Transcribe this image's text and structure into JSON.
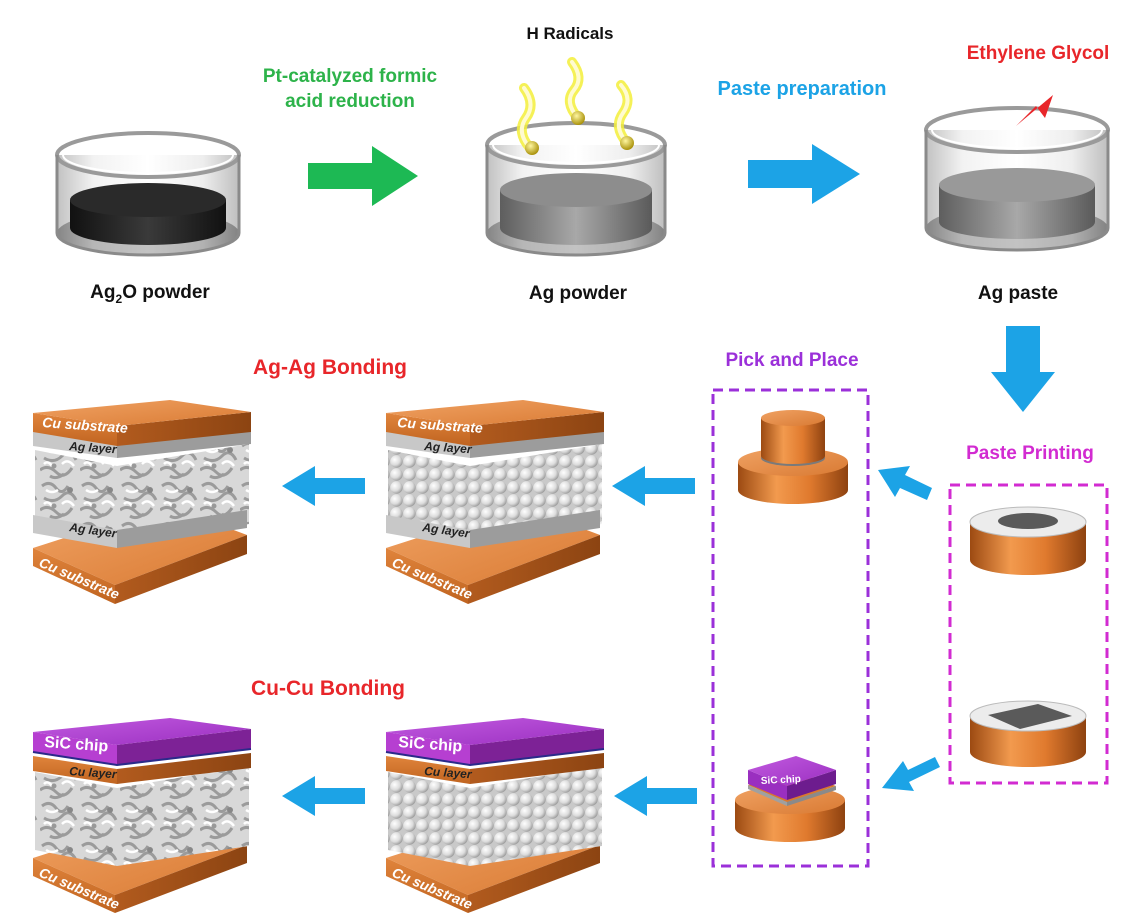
{
  "labels": {
    "h_radicals": "H Radicals",
    "pt_reduction_line1": "Pt-catalyzed formic",
    "pt_reduction_line2": "acid reduction",
    "paste_preparation": "Paste preparation",
    "ethylene_glycol": "Ethylene Glycol",
    "ag2o_base": "Ag",
    "ag2o_sub": "2",
    "ag2o_rest": "O powder",
    "ag_powder": "Ag powder",
    "ag_paste": "Ag paste",
    "ag_ag_bonding": "Ag-Ag Bonding",
    "cu_cu_bonding": "Cu-Cu Bonding",
    "pick_and_place": "Pick and Place",
    "paste_printing": "Paste Printing",
    "sic_chip_small": "SiC chip"
  },
  "stacks": {
    "ag_before": {
      "top": "Cu substrate",
      "layer_top": "Ag layer",
      "layer_bottom": "Ag layer",
      "bottom": "Cu substrate"
    },
    "ag_after": {
      "top": "Cu substrate",
      "layer_top": "Ag layer",
      "layer_bottom": "Ag layer",
      "bottom": "Cu substrate"
    },
    "cu_before": {
      "top": "SiC chip",
      "layer_top": "Cu layer",
      "bottom": "Cu substrate"
    },
    "cu_after": {
      "top": "SiC chip",
      "layer_top": "Cu layer",
      "bottom": "Cu substrate"
    }
  },
  "colors": {
    "green_arrow": "#1db954",
    "blue_arrow": "#1ca3e6",
    "green_text": "#2db34a",
    "blue_text": "#1ca3e6",
    "red_text": "#e8262a",
    "purple_text": "#9b30d9",
    "magenta_text": "#d22bd1",
    "copper": "#d9772f",
    "sic": "#b63fd1"
  }
}
